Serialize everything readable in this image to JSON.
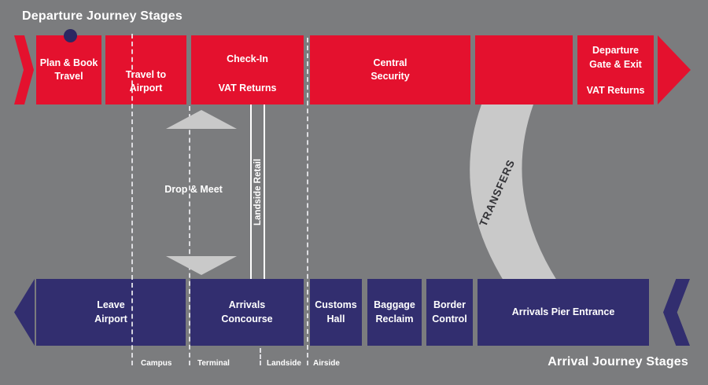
{
  "colors": {
    "bg": "#7b7c7e",
    "red": "#e4112e",
    "navy": "#322e6f",
    "lightgray": "#c9c9c9",
    "text": "#ffffff"
  },
  "header": {
    "departure_title": "Departure Journey Stages",
    "arrival_title": "Arrival Journey Stages"
  },
  "departure_row": {
    "stages": [
      {
        "id": "plan-book-travel",
        "label": "Plan & Book\nTravel"
      },
      {
        "id": "travel-to-airport",
        "label": "Travel to\nAirport"
      },
      {
        "id": "check-in",
        "top_label": "Check-In",
        "bottom_label": "VAT Returns"
      },
      {
        "id": "central-security",
        "label": "Central\nSecurity"
      },
      {
        "id": "departure-gate-exit",
        "top_label": "Departure\nGate & Exit",
        "bottom_label": "VAT Returns"
      }
    ]
  },
  "arrival_row": {
    "stages": [
      {
        "id": "leave-airport",
        "label": "Leave\nAirport"
      },
      {
        "id": "arrivals-concourse",
        "label": "Arrivals\nConcourse"
      },
      {
        "id": "customs-hall",
        "label": "Customs\nHall"
      },
      {
        "id": "baggage-reclaim",
        "label": "Baggage\nReclaim"
      },
      {
        "id": "border-control",
        "label": "Border\nControl"
      },
      {
        "id": "arrivals-pier-entrance",
        "label": "Arrivals Pier Entrance"
      }
    ]
  },
  "middle": {
    "drop_and_meet": "Drop & Meet",
    "landside_retail": "Landside Retail",
    "transfers": "TRANSFERS"
  },
  "zones": {
    "labels": [
      "Campus",
      "Terminal",
      "Landside",
      "Airside"
    ]
  }
}
